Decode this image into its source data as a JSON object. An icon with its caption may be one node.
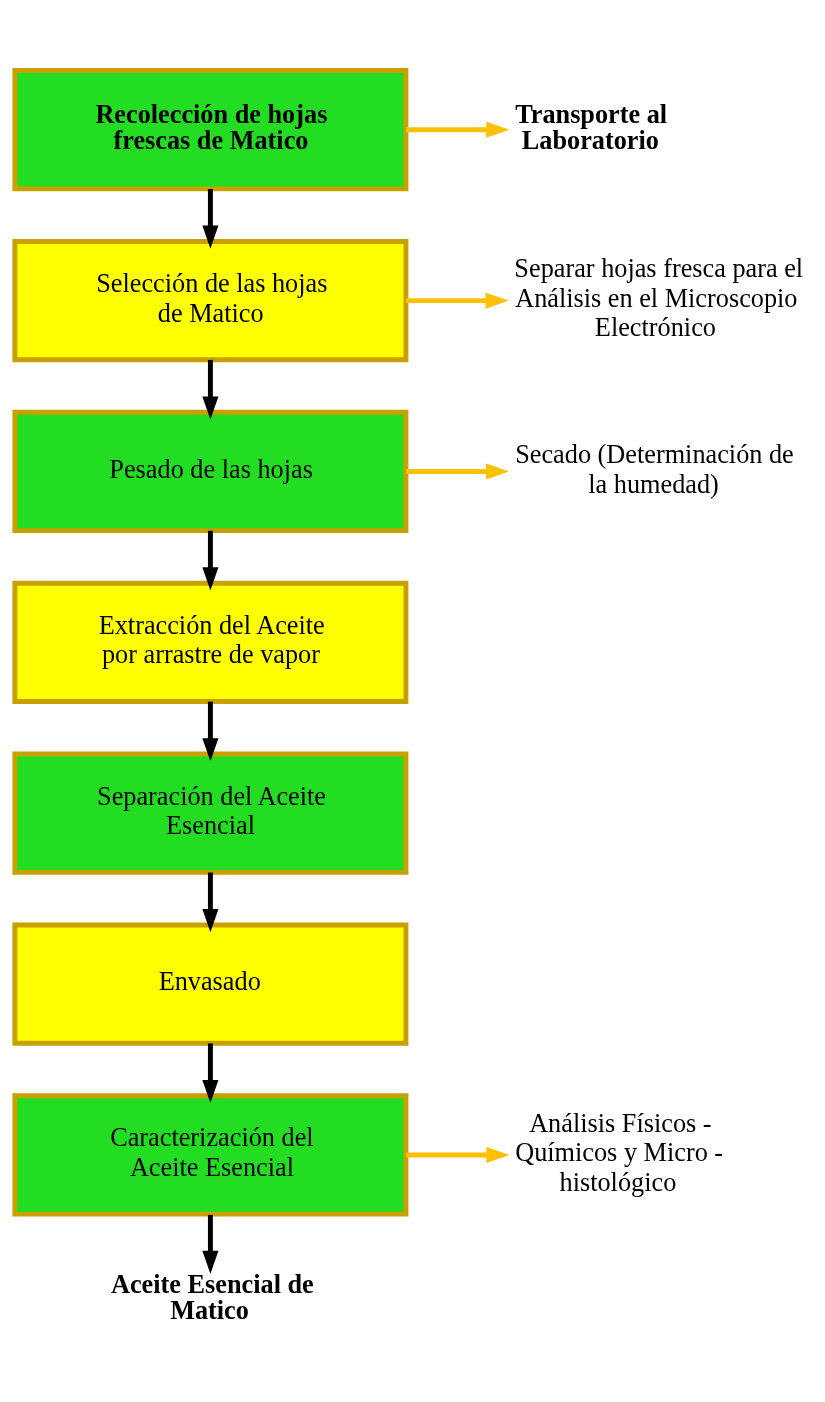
{
  "diagram": {
    "nodes": [
      {
        "text": [
          "Recolección de hojas frescas de Matico"
        ]
      },
      {
        "text": [
          "Transporte al Laboratorio"
        ]
      },
      {
        "text": [
          "Selección de las hojas de Matico"
        ]
      },
      {
        "text": [
          "Separar hojas fresca para el Análisis en el Microscopio Electrónico"
        ]
      },
      {
        "text": [
          "Pesado de las hojas"
        ]
      },
      {
        "text": [
          "Secado (Determinación de la humedad)"
        ]
      },
      {
        "text": [
          "Extracción del Aceite por arrastre de vapor"
        ]
      },
      {
        "text": [
          "Separación del Aceite Esencial"
        ]
      },
      {
        "text": [
          "Envasado"
        ]
      },
      {
        "text": [
          "Caracterización del Aceite Esencial"
        ]
      },
      {
        "text": [
          "Análisis Físicos - Químicos y Micro - histológico"
        ]
      },
      {
        "text": [
          "Aceite Esencial de Matico"
        ]
      }
    ],
    "edges": [
      {
        "from": 0,
        "to": 1,
        "arrow": "to",
        "color": "#ffc000"
      },
      {
        "from": 0,
        "to": 2,
        "arrow": "to"
      },
      {
        "from": 2,
        "to": 3,
        "arrow": "to",
        "color": "#ffc000"
      },
      {
        "from": 2,
        "to": 4,
        "arrow": "to"
      },
      {
        "from": 4,
        "to": 5,
        "arrow": "to",
        "color": "#ffc000"
      },
      {
        "from": 4,
        "to": 6,
        "arrow": "to"
      },
      {
        "from": 6,
        "to": 7,
        "arrow": "to"
      },
      {
        "from": 7,
        "to": 8,
        "arrow": "to"
      },
      {
        "from": 8,
        "to": 9,
        "arrow": "to"
      },
      {
        "from": 9,
        "to": 10,
        "arrow": "to",
        "color": "#ffc000"
      },
      {
        "from": 9,
        "to": 11,
        "arrow": "to"
      }
    ]
  }
}
